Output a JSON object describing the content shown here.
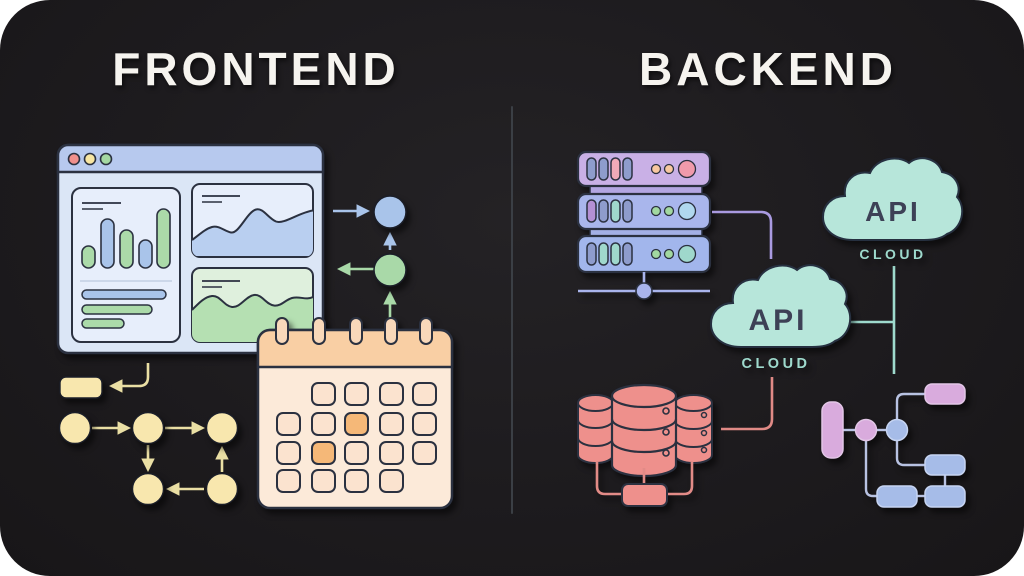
{
  "titles": {
    "frontend": "FRONTEND",
    "backend": "BACKEND"
  },
  "labels": {
    "cloud_mid": {
      "label": "API",
      "caption": "CLOUD"
    },
    "cloud_top": {
      "label": "API",
      "caption": "CLOUD"
    }
  },
  "icons": {
    "frontend": [
      "browser-window-icon",
      "traffic-lights-icon",
      "bar-chart-icon",
      "area-chart-icon",
      "calendar-icon",
      "process-flowchart-icon",
      "node-circles-icon"
    ],
    "backend": [
      "server-stack-icon",
      "network-node-icon",
      "api-cloud-icon",
      "database-cluster-icon",
      "tree-diagram-icon"
    ]
  },
  "colors": {
    "page": "#ffffff",
    "card_bg": "#1d1b1e",
    "title_text": "#f6f4ef",
    "divider": "#3b3f45",
    "frontend_blue": "#a9c4ea",
    "frontend_green": "#a9d9a8",
    "accent_yellow": "#f6e6ab",
    "calendar_peach": "#f9cfa4",
    "calendar_highlight": "#f5b878",
    "server_purple": "#c9b0e6",
    "server_periwinkle": "#a9b6ec",
    "cloud_teal": "#b7e6da",
    "cloud_label_text": "#3d4156",
    "cloud_caption_text": "#9edacd",
    "database_red": "#ee908c",
    "tree_pink": "#d9abdd",
    "tree_blue": "#a6bce8"
  }
}
